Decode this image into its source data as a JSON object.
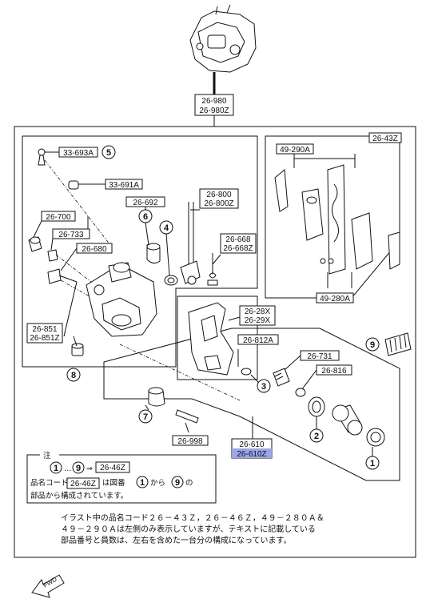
{
  "top_assembly": {
    "line1": "26-980",
    "line2": "26-980Z"
  },
  "labels": {
    "l_33693A": "33-693A",
    "l_33691A": "33-691A",
    "l_26692": "26-692",
    "l_26800": "26-800",
    "l_26800Z": "26-800Z",
    "l_26700": "26-700",
    "l_26733": "26-733",
    "l_26680": "26-680",
    "l_26668": "26-668",
    "l_26668Z": "26-668Z",
    "l_26851": "26-851",
    "l_26851Z": "26-851Z",
    "l_2628X": "26-28X",
    "l_2629X": "26-29X",
    "l_26812A": "26-812A",
    "l_26731": "26-731",
    "l_26816": "26-816",
    "l_26998": "26-998",
    "l_26610": "26-610",
    "l_26610Z": "26-610Z",
    "l_49290A": "49-290A",
    "l_2643Z": "26-43Z",
    "l_49280A": "49-280A"
  },
  "circles": {
    "c1": "1",
    "c2": "2",
    "c3": "3",
    "c4": "4",
    "c5": "5",
    "c6": "6",
    "c7": "7",
    "c8": "8",
    "c9": "9"
  },
  "note": {
    "title": "注",
    "range_from": "1",
    "range_dots": "…",
    "range_to": "9",
    "arrow": "⇒",
    "ref_code": "26-46Z",
    "line2_a": "品名コード",
    "line2_code": "26-46Z",
    "line2_b": "は図番",
    "line2_from": "1",
    "line2_c": "から",
    "line2_to": "9",
    "line2_d": "の",
    "line3": "部品から構成されています。"
  },
  "footnote": {
    "line1": "イラスト中の品名コード２６－４３Ｚ，２６－４６Ｚ，４９－２８０Ａ＆",
    "line2": "４９－２９０Ａは左側のみ表示していますが、テキストに記載している",
    "line3": "部品番号と員数は、左右を含めた一台分の構成になっています。"
  },
  "fwd_label": "FWD",
  "colors": {
    "highlight": "#9aa6e8",
    "line": "#111111",
    "background": "#ffffff"
  }
}
